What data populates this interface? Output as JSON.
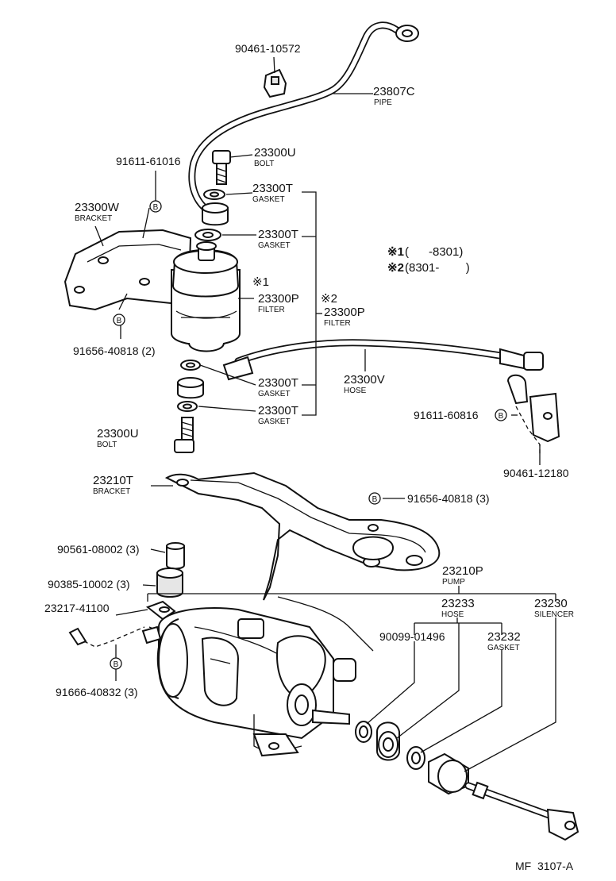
{
  "diagram_code": "MF  3107-A",
  "legend": {
    "ref1_mark": "※1",
    "ref1_text": "(      -8301)",
    "ref2_mark": "※2",
    "ref2_text": "(8301-        )"
  },
  "markers": {
    "filter_ref1": "※1",
    "filter_ref2": "※2",
    "circle_b": "B"
  },
  "parts": {
    "clamp_top": "90461-10572",
    "pipe_no": "23807C",
    "pipe_name": "PIPE",
    "bolt_top_no": "23300U",
    "bolt_top_name": "BOLT",
    "screw_ref": "91611-61016",
    "gasket1_no": "23300T",
    "gasket1_name": "GASKET",
    "bracket_w_no": "23300W",
    "bracket_w_name": "BRACKET",
    "gasket2_no": "23300T",
    "gasket2_name": "GASKET",
    "filter1_no": "23300P",
    "filter1_name": "FILTER",
    "filter2_no": "23300P",
    "filter2_name": "FILTER",
    "bolt_left_ref": "91656-40818 (2)",
    "hose_v_no": "23300V",
    "hose_v_name": "HOSE",
    "gasket3_no": "23300T",
    "gasket3_name": "GASKET",
    "gasket4_no": "23300T",
    "gasket4_name": "GASKET",
    "screw_right": "91611-60816",
    "bolt_bottom_no": "23300U",
    "bolt_bottom_name": "BOLT",
    "clamp_right": "90461-12180",
    "bracket_t_no": "23210T",
    "bracket_t_name": "BRACKET",
    "bolt_b3": "91656-40818 (3)",
    "collar": "90561-08002 (3)",
    "cushion": "90385-10002 (3)",
    "pump_no": "23210P",
    "pump_name": "PUMP",
    "plug": "23217-41100",
    "hose_no": "23233",
    "hose_name": "HOSE",
    "silencer_no": "23230",
    "silencer_name": "SILENCER",
    "ring": "90099-01496",
    "gasket_p_no": "23232",
    "gasket_p_name": "GASKET",
    "bolt_bottom_ref": "91666-40832 (3)"
  }
}
